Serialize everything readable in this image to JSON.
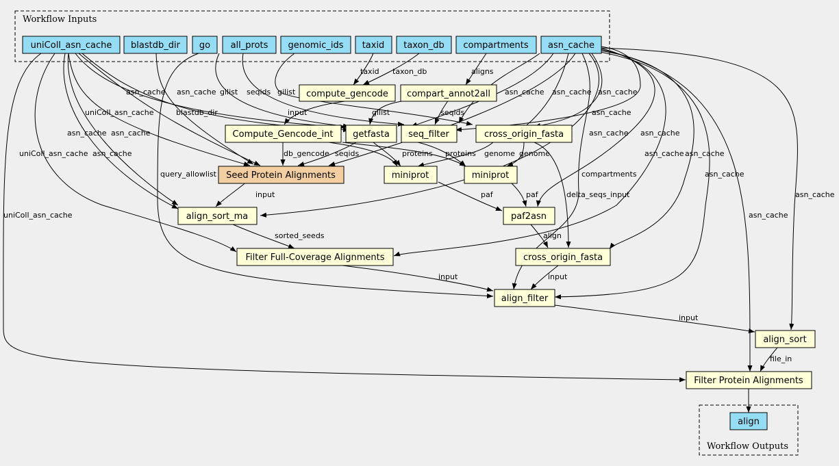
{
  "clusters": {
    "inputs": "Workflow Inputs",
    "outputs": "Workflow Outputs"
  },
  "nodes": {
    "uniColl_asn_cache": "uniColl_asn_cache",
    "blastdb_dir": "blastdb_dir",
    "go": "go",
    "all_prots": "all_prots",
    "genomic_ids": "genomic_ids",
    "taxid": "taxid",
    "taxon_db": "taxon_db",
    "compartments": "compartments",
    "asn_cache": "asn_cache",
    "compute_gencode": "compute_gencode",
    "compart_annot2all": "compart_annot2all",
    "compute_gencode_int": "Compute_Gencode_int",
    "getfasta": "getfasta",
    "seq_filter": "seq_filter",
    "cross_origin_fasta_1": "cross_origin_fasta",
    "seed_protein_alignments": "Seed Protein Alignments",
    "miniprot_1": "miniprot",
    "miniprot_2": "miniprot",
    "align_sort_ma": "align_sort_ma",
    "paf2asn": "paf2asn",
    "filter_full_coverage": "Filter Full-Coverage Alignments",
    "cross_origin_fasta_2": "cross_origin_fasta",
    "align_filter": "align_filter",
    "align_sort": "align_sort",
    "filter_protein_alignments": "Filter Protein Alignments",
    "align": "align"
  },
  "edge_labels": {
    "taxid": "taxid",
    "taxon_db": "taxon_db",
    "aligns": "aligns",
    "asn_cache_a": "asn_cache",
    "asn_cache_b": "asn_cache",
    "gilist_a": "gilist",
    "seqids_a": "seqids",
    "gilist_b": "gilist",
    "asn_cache_c": "asn_cache",
    "asn_cache_d": "asn_cache",
    "asn_cache_e": "asn_cache",
    "input_a": "input",
    "gilist_c": "gilist",
    "seqids_b": "seqids",
    "uniColl_asn_cache_a": "uniColl_asn_cache",
    "blastdb_dir": "blastdb_dir",
    "asn_cache_f": "asn_cache",
    "asn_cache_g": "asn_cache",
    "asn_cache_h": "asn_cache",
    "asn_cache_i": "asn_cache",
    "asn_cache_j": "asn_cache",
    "uniColl_asn_cache_b": "uniColl_asn_cache",
    "asn_cache_k": "asn_cache",
    "asn_cache_l": "asn_cache",
    "asn_cache_m": "asn_cache",
    "db_gencode": "db_gencode",
    "seqids_c": "seqids",
    "proteins_a": "proteins",
    "proteins_b": "proteins",
    "genome_a": "genome",
    "genome_b": "genome",
    "query_allowlist": "query_allowlist",
    "compartments": "compartments",
    "asn_cache_n": "asn_cache",
    "paf_a": "paf",
    "paf_b": "paf",
    "input_b": "input",
    "delta_seqs_input": "delta_seqs_input",
    "uniColl_asn_cache_c": "uniColl_asn_cache",
    "asn_cache_o": "asn_cache",
    "asn_cache_p": "asn_cache",
    "sorted_seeds": "sorted_seeds",
    "align": "align",
    "input_c": "input",
    "input_d": "input",
    "input_e": "input",
    "file_in": "file_in"
  },
  "colors": {
    "background": "#efefef",
    "input_node": "#94ddf4",
    "step_node": "#ffffd8",
    "subworkflow_node": "#f3cea1"
  }
}
